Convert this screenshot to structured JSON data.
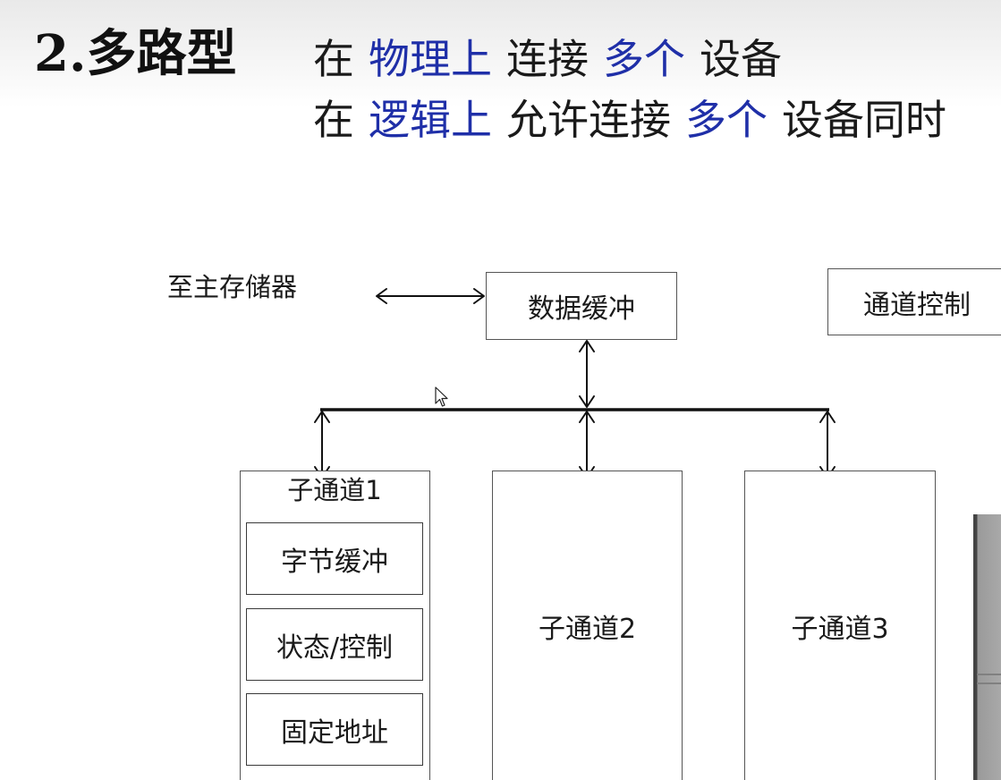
{
  "heading": {
    "number": "2.",
    "title": "多路型",
    "line1": {
      "t1": "在",
      "h1": "物理上",
      "t2": "连接",
      "h2": "多个",
      "t3": "设备"
    },
    "line2": {
      "t1": "在",
      "h1": "逻辑上",
      "t2": "允许连接",
      "h2": "多个",
      "t3": "设备同时"
    }
  },
  "diagram": {
    "memory_label": "至主存储器",
    "data_buffer": "数据缓冲",
    "channel_control": "通道控制",
    "subchannel1": {
      "title": "子通道1",
      "byte_buffer": "字节缓冲",
      "status_control": "状态/控制",
      "fixed_address": "固定地址"
    },
    "subchannel2": "子通道2",
    "subchannel3": "子通道3"
  },
  "colors": {
    "highlight": "#1f2fa8",
    "text": "#1a1a1a",
    "line": "#111111"
  }
}
